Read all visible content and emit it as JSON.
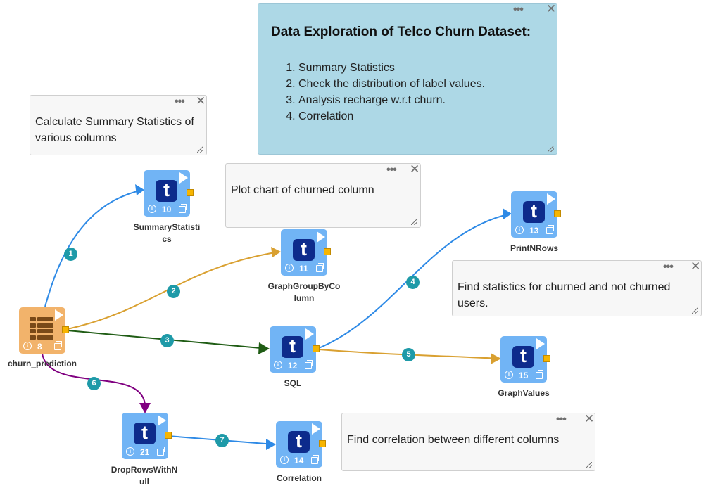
{
  "notes": {
    "title_note": {
      "title": "Data Exploration of Telco Churn Dataset:",
      "items": [
        "Summary Statistics",
        "Check the distribution of label values.",
        "Analysis recharge w.r.t churn.",
        "Correlation"
      ]
    },
    "summary_note": "Calculate Summary Statistics of various columns",
    "plot_note": "Plot chart of churned column",
    "stats_note": "Find statistics for churned and not churned users.",
    "correlation_note": "Find correlation between different columns"
  },
  "note_controls": {
    "dots": "•••",
    "close": "✕"
  },
  "nodes": {
    "churn_prediction": {
      "label": "churn_prediction",
      "id": "8",
      "type": "dataset"
    },
    "summary_statistics": {
      "label": "SummaryStatistics",
      "id": "10",
      "logo": "t"
    },
    "graph_group_by_column": {
      "label": "GraphGroupByColumn",
      "id": "11",
      "logo": "t"
    },
    "print_n_rows": {
      "label": "PrintNRows",
      "id": "13",
      "logo": "t"
    },
    "sql": {
      "label": "SQL",
      "id": "12",
      "logo": "t"
    },
    "graph_values": {
      "label": "GraphValues",
      "id": "15",
      "logo": "t"
    },
    "drop_rows_with_null": {
      "label": "DropRowsWithNull",
      "id": "21",
      "logo": "t"
    },
    "correlation": {
      "label": "Correlation",
      "id": "14",
      "logo": "t"
    }
  },
  "edges": [
    {
      "label": "1",
      "from": "churn_prediction",
      "to": "summary_statistics",
      "color": "#2e8ae6"
    },
    {
      "label": "2",
      "from": "churn_prediction",
      "to": "graph_group_by_column",
      "color": "#d9a030"
    },
    {
      "label": "3",
      "from": "churn_prediction",
      "to": "sql",
      "color": "#1f5c14"
    },
    {
      "label": "4",
      "from": "sql",
      "to": "print_n_rows",
      "color": "#2e8ae6"
    },
    {
      "label": "5",
      "from": "sql",
      "to": "graph_values",
      "color": "#d9a030"
    },
    {
      "label": "6",
      "from": "churn_prediction",
      "to": "drop_rows_with_null",
      "color": "#800080"
    },
    {
      "label": "7",
      "from": "drop_rows_with_null",
      "to": "correlation",
      "color": "#2e8ae6"
    }
  ],
  "icons": {
    "node_logo": "t-logo-icon",
    "run": "play-icon",
    "info": "info-icon",
    "copy": "copy-icon",
    "dataset": "table-grid-icon"
  },
  "colors": {
    "node_blue": "#71b4f5",
    "node_orange": "#f2b36b",
    "logo_navy": "#0d2b8c",
    "port": "#f7b500",
    "edge_badge": "#1e9aa8",
    "title_note_bg": "#add8e6"
  }
}
